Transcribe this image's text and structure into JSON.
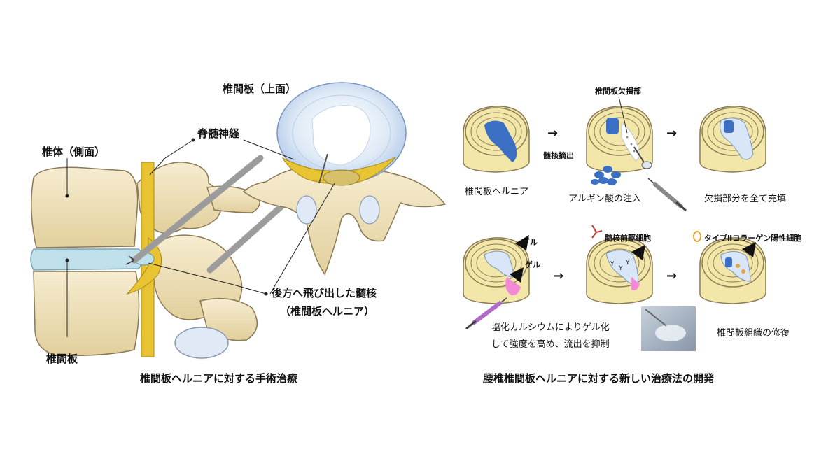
{
  "left_diagram": {
    "label_disc_top": "椎間板（上面）",
    "label_spinal_nerve": "脊髄神経",
    "label_vertebral_body": "椎体（側面）",
    "label_disc": "椎間板",
    "label_herniated_line1": "後方へ飛び出した髄核",
    "label_herniated_line2": "（椎間板ヘルニア）",
    "caption": "椎間板ヘルニアに対する手術治療"
  },
  "right_diagram": {
    "label_defect": "椎間板欠損部",
    "label_hernia": "椎間板ヘルニア",
    "label_nucleus_removal": "髄核摘出",
    "label_arginate": "アルギン酸の注入",
    "label_fill": "欠損部分を全て充填",
    "label_sol": "ゾル",
    "label_gel": "ゲル",
    "label_progenitor": "髄核前駆細胞",
    "label_type2": "タイプⅡコラーゲン陽性細胞",
    "label_calcium_line1": "塩化カルシウムによりゲル化",
    "label_calcium_line2": "して強度を高め、流出を抑制",
    "label_repair": "椎間板組織の修復",
    "caption": "腰椎椎間板ヘルニアに対する新しい治療法の開発"
  },
  "colors": {
    "bone": "#efe2bf",
    "bone_outline": "#8a7a55",
    "disc": "#bfe0ea",
    "nerve": "#e8c432",
    "nucleus_blue": "#3b6fc4",
    "annulus": "#f2e6a8",
    "gel_pink": "#f28ad8"
  }
}
